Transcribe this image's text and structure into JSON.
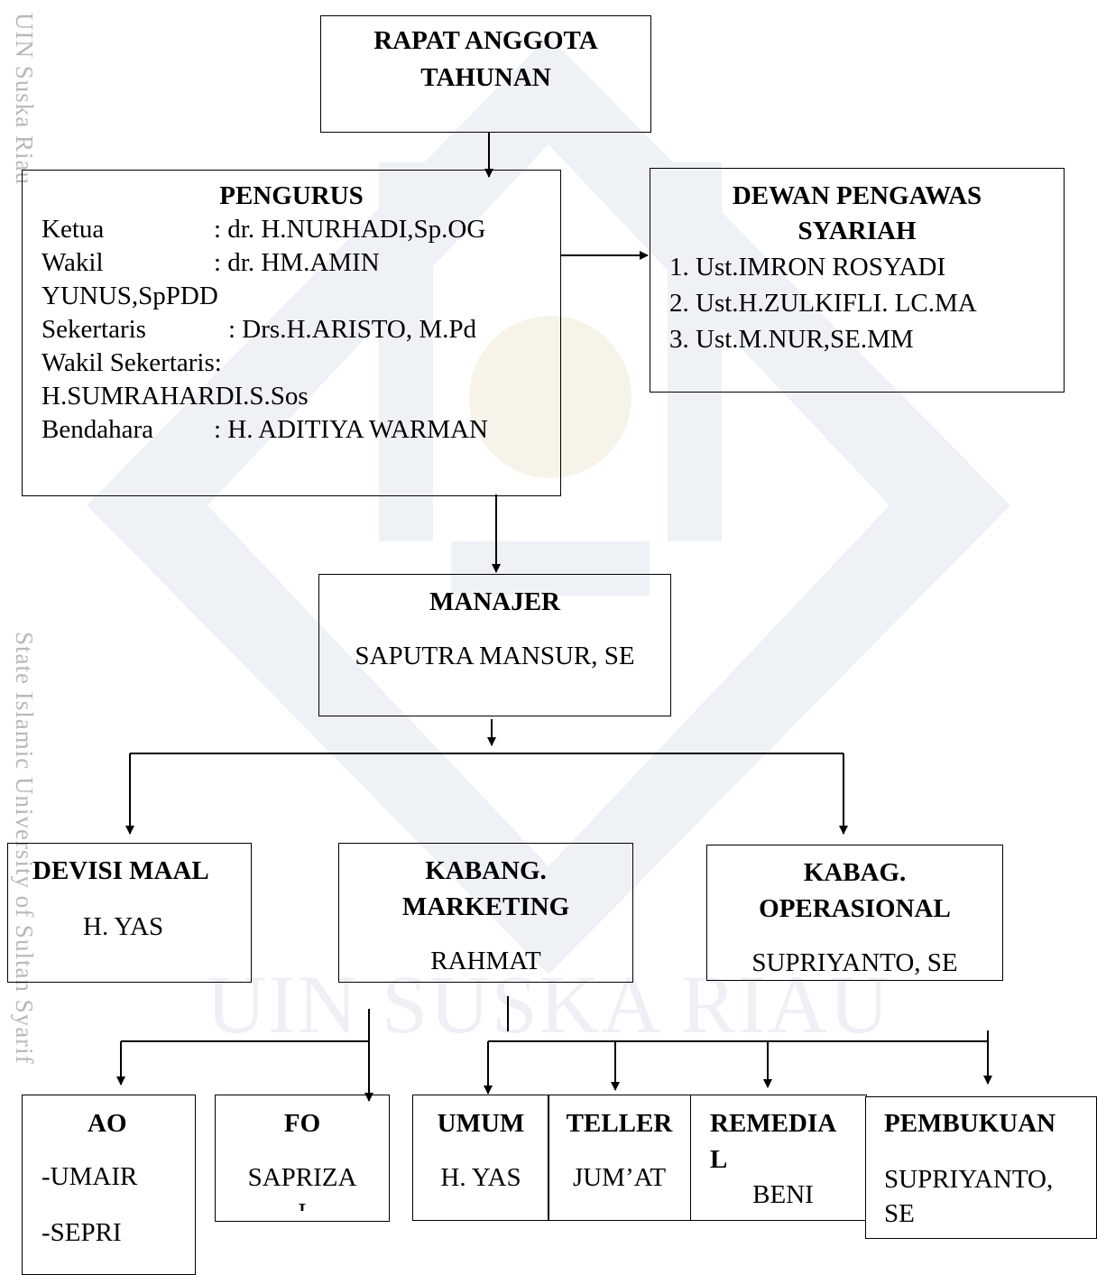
{
  "watermark": {
    "side": [
      "UIN Suska Riau",
      "State Islamic University of Sultan Syarif"
    ],
    "big": "UIN SUSKA RIAU"
  },
  "rat": {
    "line1": "RAPAT ANGGOTA",
    "line2": "TAHUNAN"
  },
  "pengurus": {
    "title": "PENGURUS",
    "rows": [
      "Ketua",
      ": dr. H.NURHADI,Sp.OG",
      "Wakil",
      ": dr. HM.AMIN",
      "YUNUS,SpPDD",
      "Sekertaris",
      ": Drs.H.ARISTO, M.Pd",
      "Wakil Sekertaris:",
      "H.SUMRAHARDI.S.Sos",
      "Bendahara",
      ": H. ADITIYA WARMAN"
    ]
  },
  "dps": {
    "line1": "DEWAN PENGAWAS",
    "line2": "SYARIAH",
    "items": [
      "1.  Ust.IMRON ROSYADI",
      "2.  Ust.H.ZULKIFLI. LC.MA",
      "3.  Ust.M.NUR,SE.MM"
    ]
  },
  "manajer": {
    "title": "MANAJER",
    "name": "SAPUTRA MANSUR, SE"
  },
  "maal": {
    "title": "DEVISI MAAL",
    "name": "H. YAS"
  },
  "marketing": {
    "line1": "KABANG.",
    "line2": "MARKETING",
    "name": "RAHMAT"
  },
  "operasional": {
    "line1": "KABAG.",
    "line2": "OPERASIONAL",
    "name": "SUPRIYANTO, SE"
  },
  "ao": {
    "title": "AO",
    "n1": "-UMAIR",
    "n2": "-SEPRI"
  },
  "fo": {
    "title": "FO",
    "name": "SAPRIZA",
    "cut": "I"
  },
  "umum": {
    "title": "UMUM",
    "name": "H. YAS"
  },
  "teller": {
    "title": "TELLER",
    "name": "JUM’AT"
  },
  "remedial": {
    "line1": "REMEDIA",
    "line2": "L",
    "name": "BENI"
  },
  "pembukuan": {
    "title": "PEMBUKUAN",
    "name1": "SUPRIYANTO,",
    "name2": "SE"
  },
  "colors": {
    "line": "#000000",
    "watermark": "#b8b8b8"
  }
}
